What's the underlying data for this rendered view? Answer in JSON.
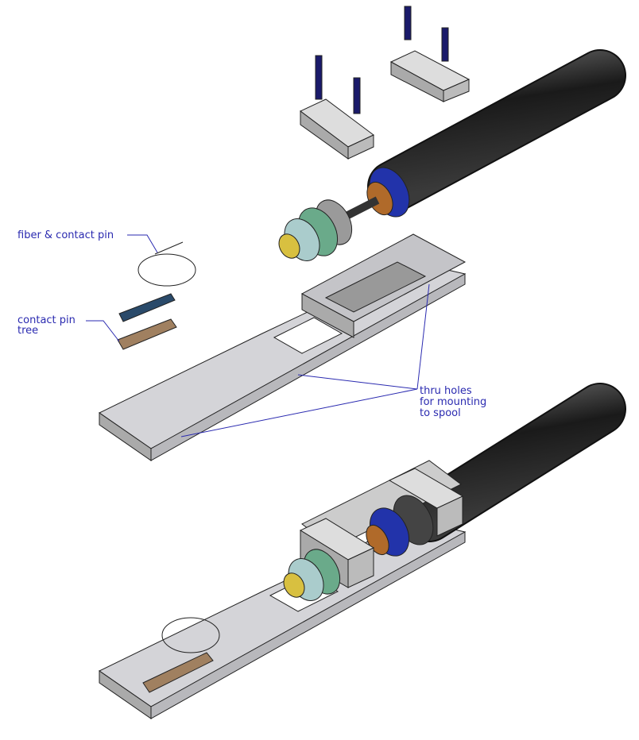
{
  "labels": {
    "fiber": "fiber & contact pin",
    "pin_tree_line1": "contact pin",
    "pin_tree_line2": "tree",
    "holes_line1": "thru holes",
    "holes_line2": "for mounting",
    "holes_line3": "to spool"
  },
  "colors": {
    "annotation": "#2a2ab0",
    "metal": "#c8c8cc",
    "cable": "#2a2a2a",
    "screw": "#1a1a6a",
    "copper": "#b06a2a"
  }
}
